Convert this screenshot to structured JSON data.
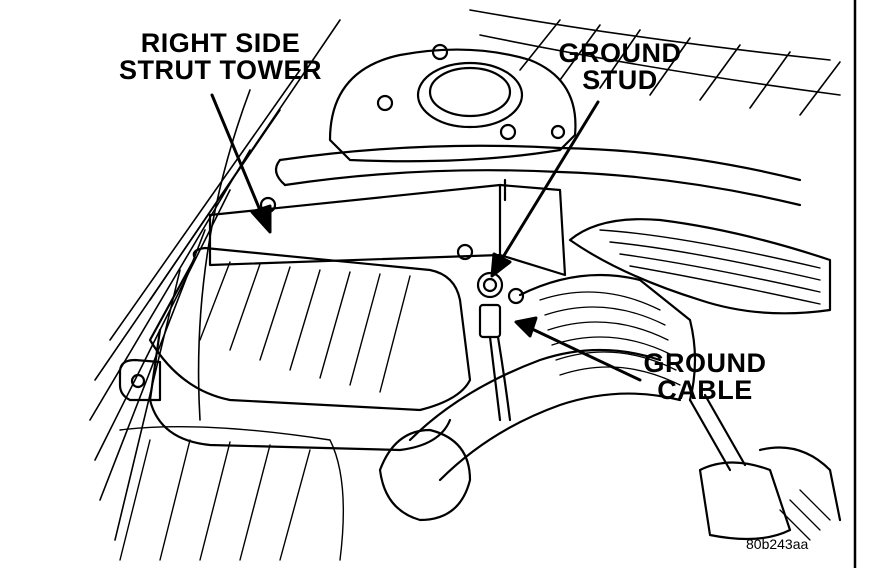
{
  "labels": {
    "strut_tower": [
      "RIGHT SIDE",
      "STRUT TOWER"
    ],
    "ground_stud": [
      "GROUND",
      "STUD"
    ],
    "ground_cable": [
      "GROUND",
      "CABLE"
    ]
  },
  "figure_code": "80b243aa",
  "colors": {
    "ink": "#000000",
    "paper": "#ffffff"
  }
}
